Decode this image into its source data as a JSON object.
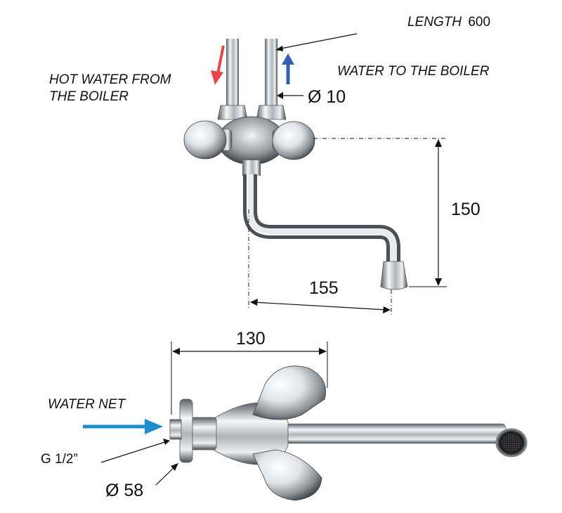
{
  "labels": {
    "length_word": "LENGTH",
    "length_value": "600",
    "hot_water": [
      "HOT WATER FROM",
      "THE BOILER"
    ],
    "water_to_boiler": "WATER TO THE BOILER",
    "pipe_diameter": "Ø 10",
    "height": "150",
    "reach": "155",
    "width": "130",
    "water_net": "WATER NET",
    "thread": "G 1/2”",
    "flange_diameter": "Ø 58"
  },
  "colors": {
    "hot_arrow": "#e8474a",
    "cold_arrow": "#3360b4",
    "water_net_arrow": "#1c8ed0",
    "dimension_line": "#111111",
    "chrome_light": "#f4f6f8",
    "chrome_dark": "#6c7278"
  },
  "icons": {
    "hot": "arrow-down-icon",
    "cold": "arrow-up-icon",
    "inlet": "arrow-right-icon"
  }
}
